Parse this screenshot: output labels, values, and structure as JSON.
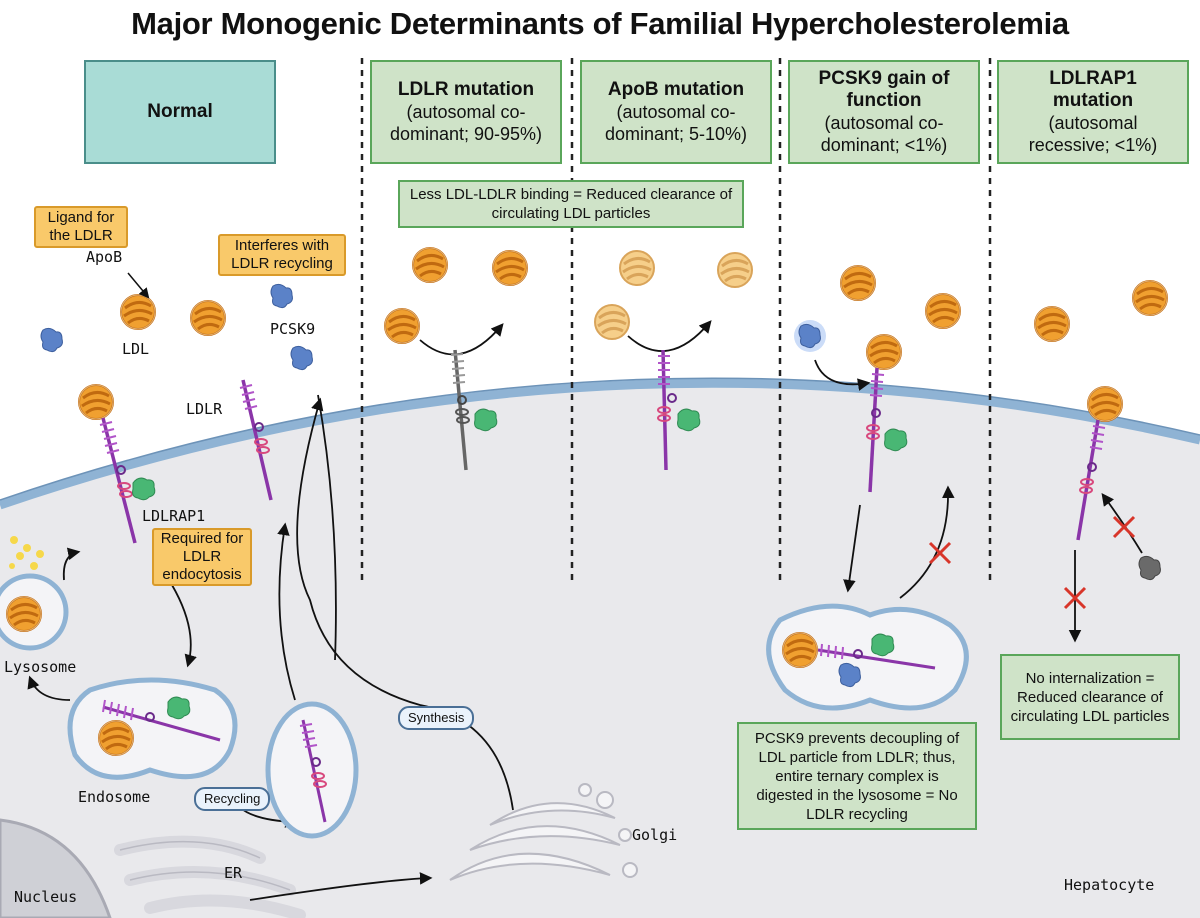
{
  "title": "Major Monogenic Determinants of Familial Hypercholesterolemia",
  "headers": {
    "normal": "Normal",
    "ldlr_name": "LDLR mutation",
    "ldlr_detail": "(autosomal co-dominant; 90-95%)",
    "apob_name": "ApoB mutation",
    "apob_detail": "(autosomal co-dominant; 5-10%)",
    "pcsk9_name": "PCSK9 gain of function",
    "pcsk9_detail": "(autosomal co-dominant; <1%)",
    "ldlrap1_name": "LDLRAP1 mutation",
    "ldlrap1_detail": "(autosomal recessive; <1%)"
  },
  "notes": {
    "binding": "Less LDL-LDLR binding = Reduced clearance of circulating LDL particles",
    "pcsk9": "PCSK9 prevents decoupling of LDL particle from LDLR; thus, entire ternary complex is digested in the lysosome = No LDLR recycling",
    "ldlrap1": "No internalization = Reduced clearance of circulating LDL particles"
  },
  "tags": {
    "ligand": "Ligand for the LDLR",
    "interferes": "Interferes with LDLR recycling",
    "required": "Required for LDLR endocytosis"
  },
  "pills": {
    "synthesis": "Synthesis",
    "recycling": "Recycling"
  },
  "labels": {
    "apob": "ApoB",
    "ldl": "LDL",
    "pcsk9": "PCSK9",
    "ldlr": "LDLR",
    "ldlrap1": "LDLRAP1",
    "lysosome": "Lysosome",
    "endosome": "Endosome",
    "golgi": "Golgi",
    "er": "ER",
    "nucleus": "Nucleus",
    "hepatocyte": "Hepatocyte"
  },
  "colors": {
    "ldl_orange": "#e8922c",
    "pcsk9_blue": "#5b82c8",
    "ldlrap1_green": "#49b774",
    "ldlr_purple": "#8a35a8",
    "membrane": "#8fb3d4",
    "cell_fill": "#e9e9ec",
    "header_green": "#cfe3c8",
    "normal_teal": "#a9dcd6",
    "tag_orange": "#f9c96a"
  }
}
